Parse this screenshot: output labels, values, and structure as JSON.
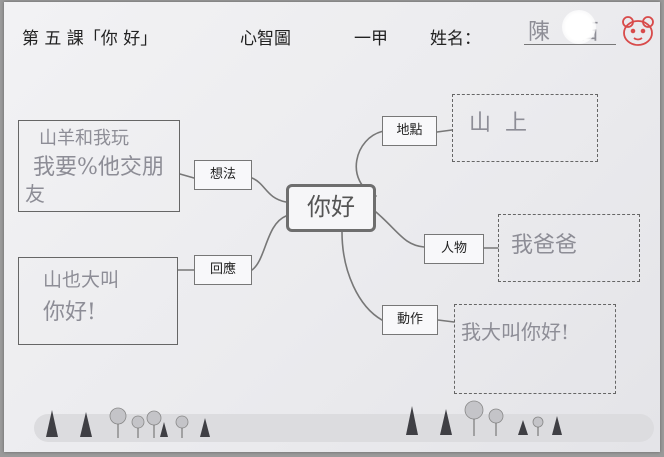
{
  "header": {
    "lesson": "第 五 課「你 好」",
    "chart_name": "心智圖",
    "class_label": "一甲",
    "name_label": "姓名：",
    "student_name": "陳 石"
  },
  "center": {
    "label": "你好"
  },
  "branches": {
    "idea": "想法",
    "response": "回應",
    "place": "地點",
    "person": "人物",
    "action": "動作"
  },
  "answers": {
    "idea_line1": "山羊和我玩",
    "idea_line2": "我要%他交朋",
    "idea_line3": "友",
    "response_line1": "山也大叫",
    "response_line2": "你好!",
    "place": "山上",
    "person": "我爸爸",
    "action": "我大叫你好!"
  },
  "colors": {
    "paper": "#efeff2",
    "ink": "#222222",
    "pencil": "#8d8d96",
    "stamp": "#d84a4a"
  }
}
